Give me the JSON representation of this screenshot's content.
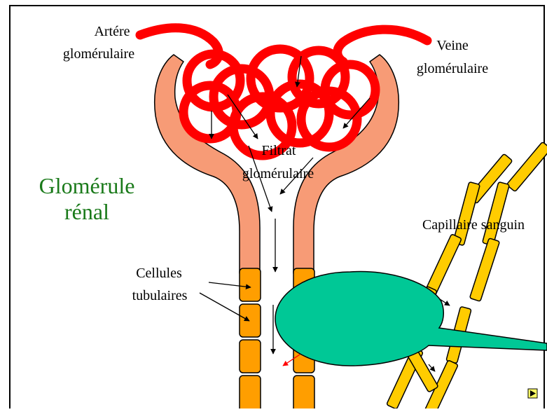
{
  "labels": {
    "artery_line1": "Artére",
    "artery_line2": "glomérulaire",
    "vein_line1": "Veine",
    "vein_line2": "glomérulaire",
    "filtrate_line1": "Filtrat",
    "filtrate_line2": "glomérulaire",
    "glomerule_line1": "Glomérule",
    "glomerule_line2": "rénal",
    "capillary": "Capillaire sanguin",
    "cells_line1": "Cellules",
    "cells_line2": "tubulaires"
  },
  "colors": {
    "vessel_red": "#ff0000",
    "capsule_salmon": "#f79b76",
    "tubule_cells": "#ff9e00",
    "capillary_cells": "#ffcc00",
    "callout_green": "#00c896",
    "glomerule_label_green": "#1a7a1a",
    "outline": "#000000",
    "background": "#ffffff"
  },
  "nav": {
    "next_icon": "play-next-icon"
  }
}
